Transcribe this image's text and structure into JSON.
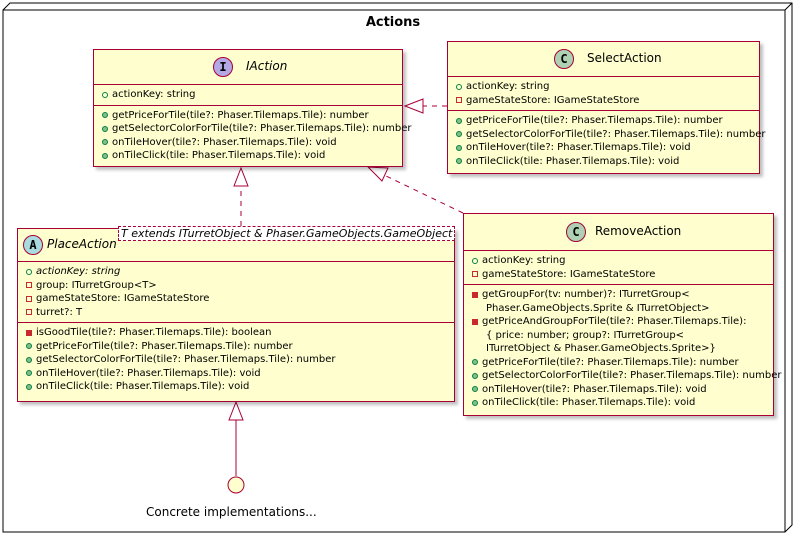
{
  "package": {
    "title": "Actions"
  },
  "iaction": {
    "stereotype_letter": "I",
    "name": "IAction",
    "fields": [
      {
        "vis": "public",
        "text": "actionKey: string"
      }
    ],
    "methods": [
      {
        "vis": "public-filled",
        "text": "getPriceForTile(tile?: Phaser.Tilemaps.Tile): number"
      },
      {
        "vis": "public-filled",
        "text": "getSelectorColorForTile(tile?: Phaser.Tilemaps.Tile): number"
      },
      {
        "vis": "public-filled",
        "text": "onTileHover(tile?: Phaser.Tilemaps.Tile): void"
      },
      {
        "vis": "public-filled",
        "text": "onTileClick(tile: Phaser.Tilemaps.Tile): void"
      }
    ]
  },
  "selectaction": {
    "stereotype_letter": "C",
    "name": "SelectAction",
    "fields": [
      {
        "vis": "public",
        "text": "actionKey: string"
      },
      {
        "vis": "private",
        "text": "gameStateStore: IGameStateStore"
      }
    ],
    "methods": [
      {
        "vis": "public-filled",
        "text": "getPriceForTile(tile?: Phaser.Tilemaps.Tile): number"
      },
      {
        "vis": "public-filled",
        "text": "getSelectorColorForTile(tile?: Phaser.Tilemaps.Tile): number"
      },
      {
        "vis": "public-filled",
        "text": "onTileHover(tile?: Phaser.Tilemaps.Tile): void"
      },
      {
        "vis": "public-filled",
        "text": "onTileClick(tile: Phaser.Tilemaps.Tile): void"
      }
    ]
  },
  "placeaction": {
    "stereotype_letter": "A",
    "name": "PlaceAction",
    "type_param": "T extends ITurretObject & Phaser.GameObjects.GameObject",
    "fields": [
      {
        "vis": "public",
        "italic": true,
        "text": "actionKey: string"
      },
      {
        "vis": "private",
        "text": "group: ITurretGroup<T>"
      },
      {
        "vis": "private",
        "text": "gameStateStore: IGameStateStore"
      },
      {
        "vis": "private",
        "text": "turret?: T"
      }
    ],
    "methods": [
      {
        "vis": "private-filled",
        "text": "isGoodTile(tile?: Phaser.Tilemaps.Tile): boolean"
      },
      {
        "vis": "public-filled",
        "text": "getPriceForTile(tile?: Phaser.Tilemaps.Tile): number"
      },
      {
        "vis": "public-filled",
        "text": "getSelectorColorForTile(tile?: Phaser.Tilemaps.Tile): number"
      },
      {
        "vis": "public-filled",
        "text": "onTileHover(tile?: Phaser.Tilemaps.Tile): void"
      },
      {
        "vis": "public-filled",
        "text": "onTileClick(tile: Phaser.Tilemaps.Tile): void"
      }
    ]
  },
  "removeaction": {
    "stereotype_letter": "C",
    "name": "RemoveAction",
    "fields": [
      {
        "vis": "public",
        "text": "actionKey: string"
      },
      {
        "vis": "private",
        "text": "gameStateStore: IGameStateStore"
      }
    ],
    "methods": [
      {
        "vis": "private-filled",
        "text": "getGroupFor(tv: number)?: ITurretGroup<"
      },
      {
        "vis": "none",
        "text": "Phaser.GameObjects.Sprite & ITurretObject>"
      },
      {
        "vis": "private-filled",
        "text": "getPriceAndGroupForTile(tile?: Phaser.Tilemaps.Tile):"
      },
      {
        "vis": "none",
        "text": "{ price: number; group?: ITurretGroup<"
      },
      {
        "vis": "none",
        "text": "ITurretObject & Phaser.GameObjects.Sprite>}"
      },
      {
        "vis": "public-filled",
        "text": "getPriceForTile(tile?: Phaser.Tilemaps.Tile): number"
      },
      {
        "vis": "public-filled",
        "text": "getSelectorColorForTile(tile?: Phaser.Tilemaps.Tile): number"
      },
      {
        "vis": "public-filled",
        "text": "onTileHover(tile?: Phaser.Tilemaps.Tile): void"
      },
      {
        "vis": "public-filled",
        "text": "onTileClick(tile: Phaser.Tilemaps.Tile): void"
      }
    ]
  },
  "concrete": {
    "label": "Concrete implementations..."
  },
  "colors": {
    "class_fill": "#FEFECE",
    "class_border": "#A80036",
    "interface_circle": "#B4A7E5",
    "class_circle": "#ADD1B2",
    "abstract_circle": "#A9DCDF"
  }
}
